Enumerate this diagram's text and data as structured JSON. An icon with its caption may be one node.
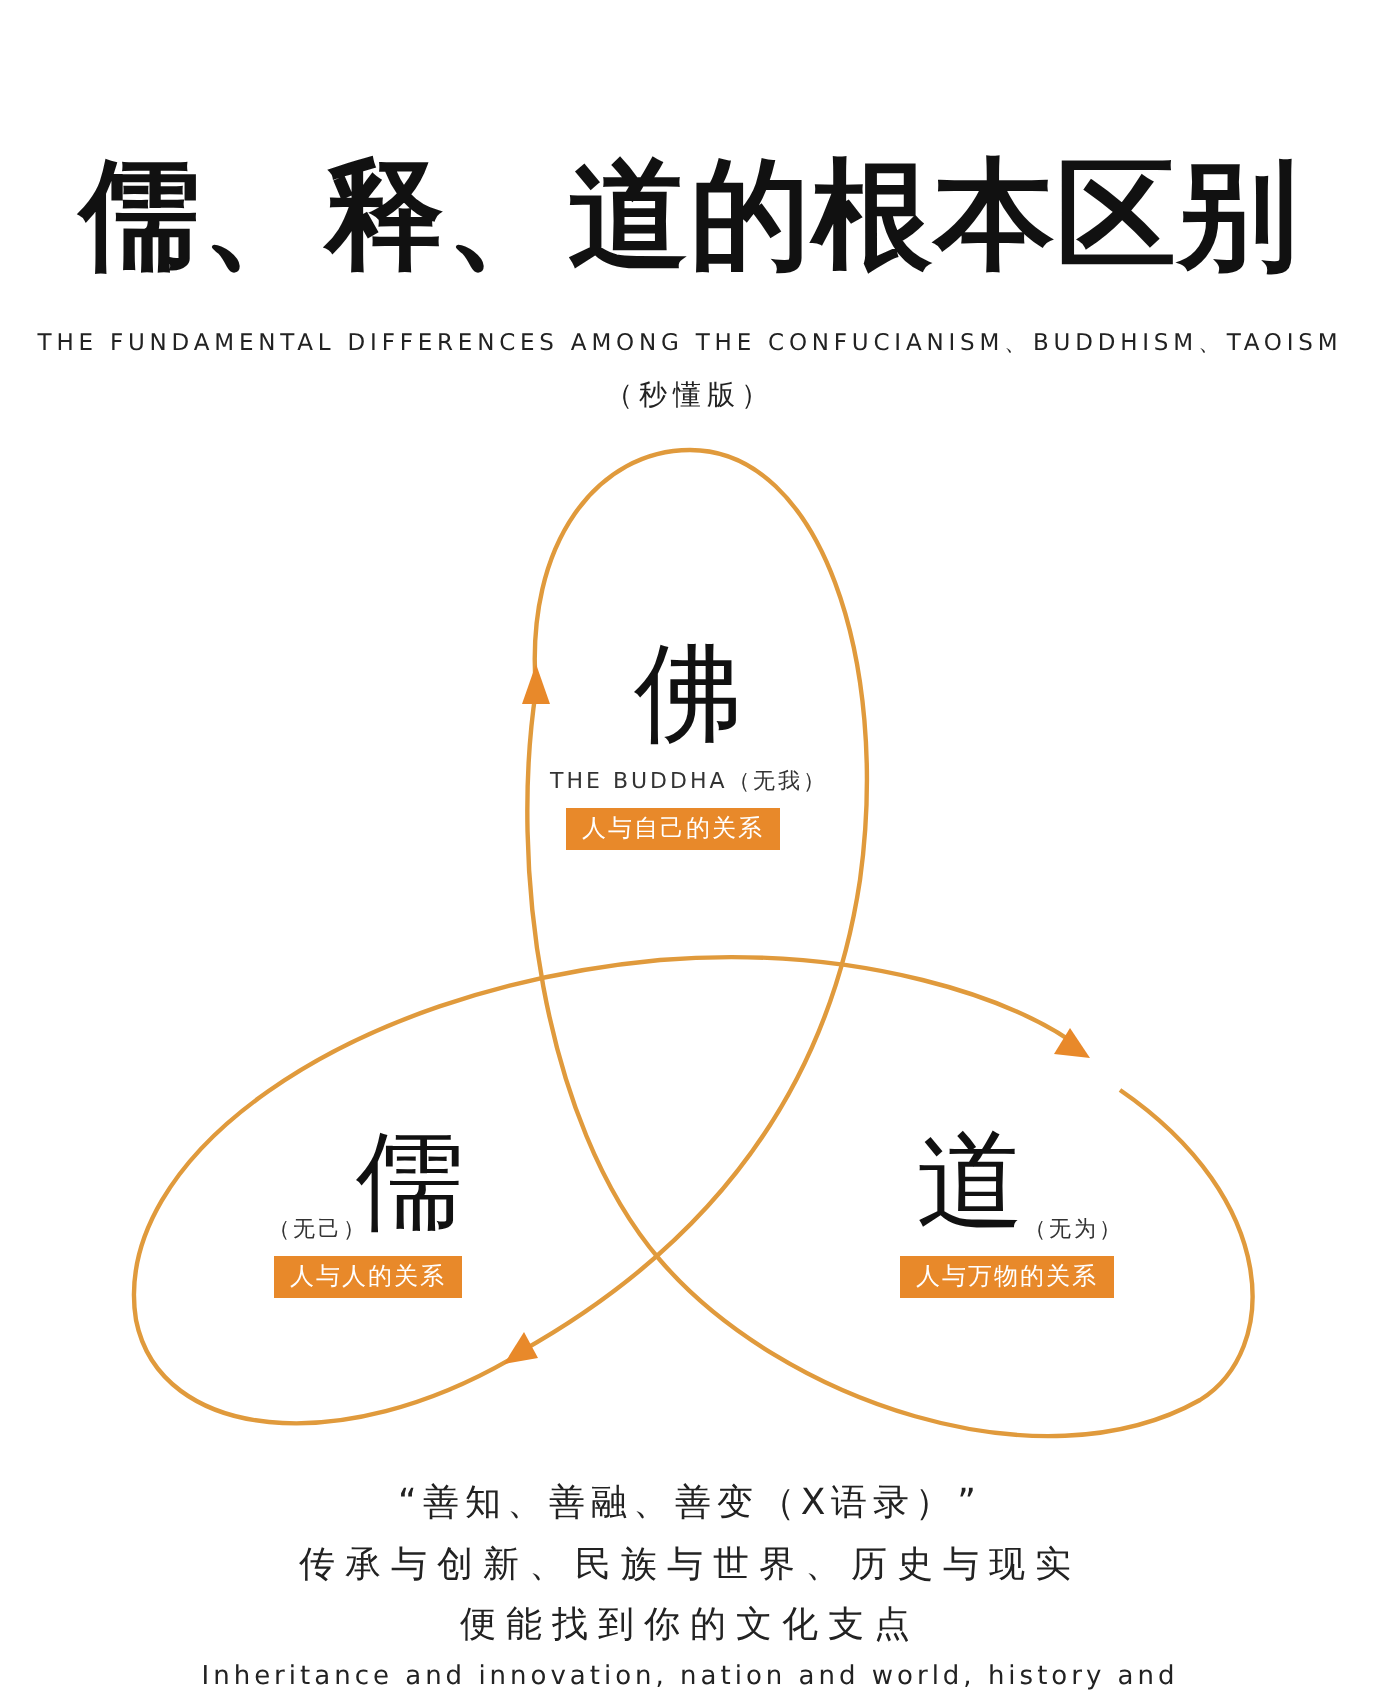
{
  "diagram": {
    "title": "儒、释、道的根本区别",
    "nodes": [
      {
        "text": [
          "佛",
          "THE BUDDHA（无我）",
          "人与自己的关系"
        ]
      },
      {
        "text": [
          "（无己）",
          "儒",
          "人与人的关系"
        ]
      },
      {
        "text": [
          "道",
          "（无为）",
          "人与万物的关系"
        ]
      }
    ],
    "labels": [
      "THE FUNDAMENTAL DIFFERENCES AMONG THE CONFUCIANISM、BUDDHISM、TAOISM",
      "（秒懂版）",
      "“善知、善融、善变（X语录）”",
      "传承与创新、民族与世界、历史与现实",
      "便能找到你的文化支点",
      "Inheritance and innovation, nation and world, history and"
    ]
  }
}
